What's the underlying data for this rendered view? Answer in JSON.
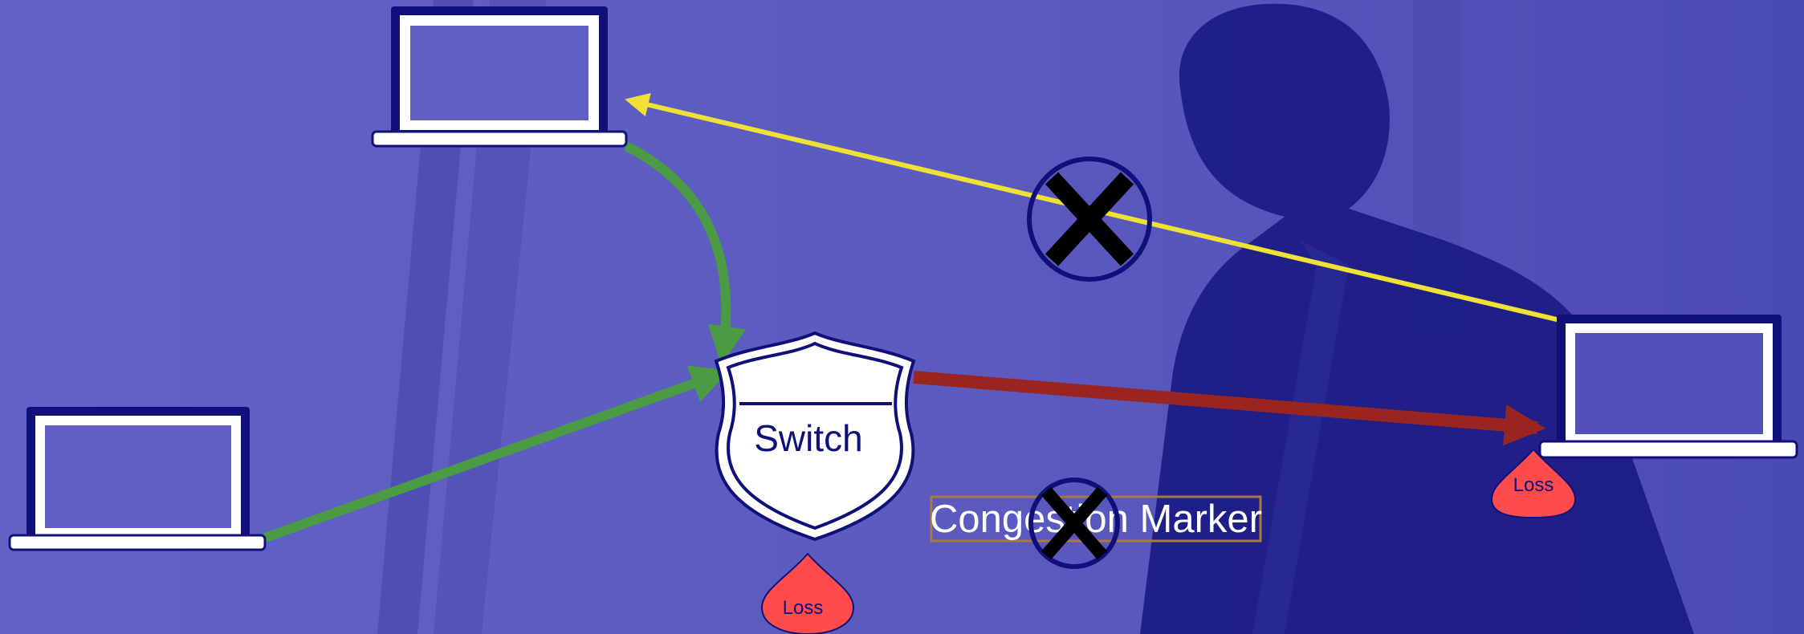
{
  "switch": {
    "label": "Switch"
  },
  "congestion_marker": {
    "label": "Congestion Marker"
  },
  "loss_labels": {
    "switch": "Loss",
    "receiver": "Loss"
  },
  "colors": {
    "background": "#5b5bbf",
    "arrow_green": "#4b9a44",
    "arrow_yellow": "#efe234",
    "arrow_red": "#9a2520",
    "loss_drop": "#ff4b4b",
    "navy": "#10107a",
    "marker_box": "#a87a40"
  },
  "icons": [
    "laptop-icon",
    "shield-icon",
    "blocked-x-icon",
    "drop-icon"
  ]
}
